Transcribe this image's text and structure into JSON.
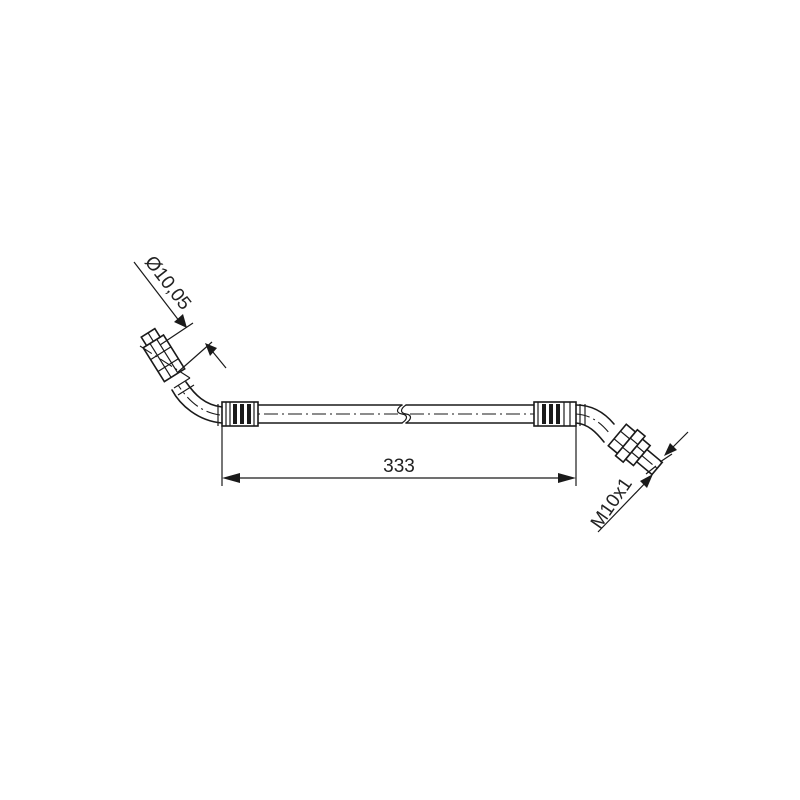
{
  "drawing": {
    "subject": "brake hose technical drawing",
    "background_color": "#ffffff",
    "line_color": "#1a1a1a",
    "dimensions": {
      "length": {
        "label": "333",
        "description": "overall straight hose length between ferrules"
      },
      "diameter": {
        "label": "Ø10,05",
        "description": "diameter of left banjo/fitting end"
      },
      "thread": {
        "label": "M10x1",
        "description": "thread size of right union fitting"
      }
    },
    "parts": [
      {
        "name": "left-bent-fitting",
        "description": "angled tube end with hex nut fitting, upper left"
      },
      {
        "name": "left-ferrule",
        "description": "crimped ferrule on left end of hose"
      },
      {
        "name": "hose-body",
        "description": "straight flexible hose with break symbol in the middle"
      },
      {
        "name": "right-ferrule",
        "description": "crimped ferrule on right end of hose"
      },
      {
        "name": "right-bent-fitting",
        "description": "angled tube with double hex nut fitting, lower right"
      }
    ]
  }
}
